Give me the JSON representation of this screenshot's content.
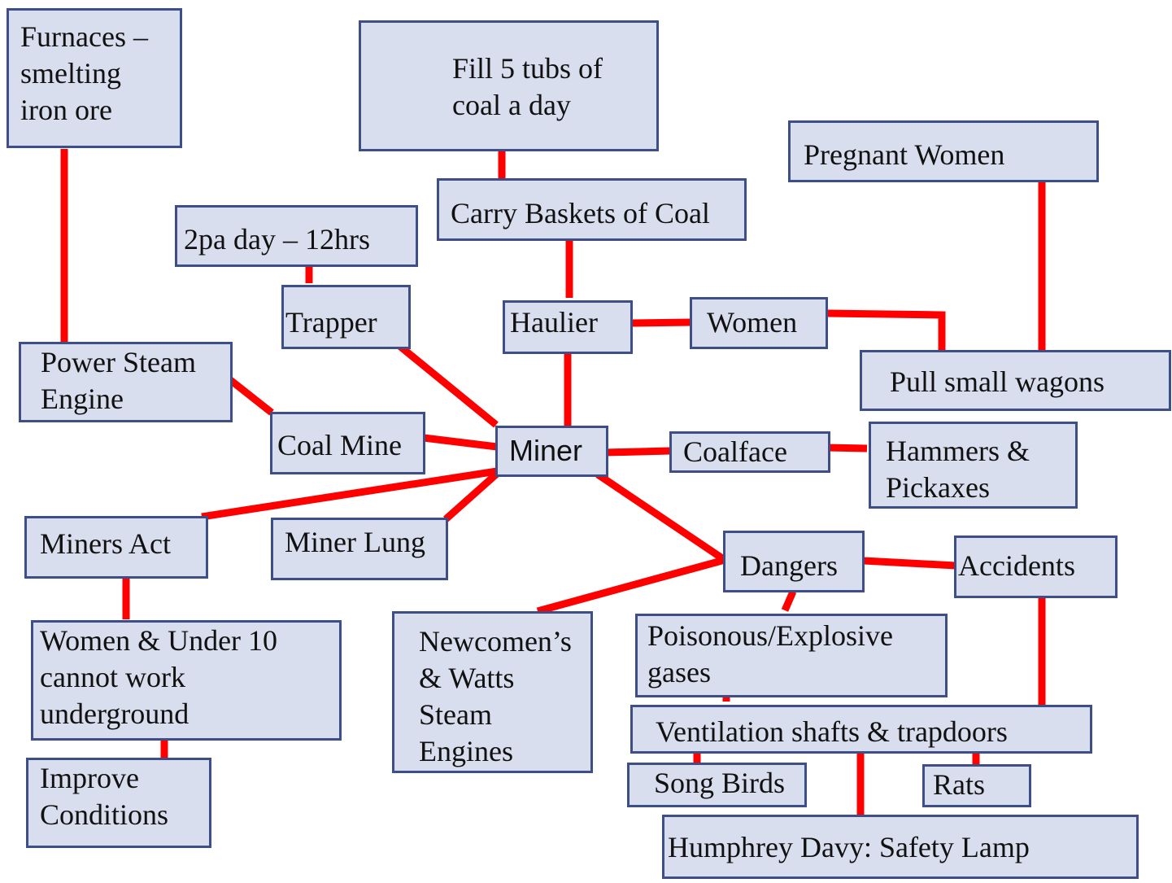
{
  "colors": {
    "link": "#ff0000",
    "box_fill": "#d9deee",
    "box_border": "#3d4f86"
  },
  "nodes": {
    "furnaces": "Furnaces –\nsmelting\niron ore",
    "fill_tubs": "Fill 5 tubs of\ncoal a day",
    "pregnant_women": "Pregnant Women",
    "carry_baskets": "Carry Baskets of Coal",
    "pay": "2pa day – 12hrs",
    "trapper": "Trapper",
    "haulier": "Haulier",
    "women": "Women",
    "pull_wagons": "Pull small wagons",
    "power_steam": "Power Steam\nEngine",
    "coal_mine": "Coal Mine",
    "miner": "Miner",
    "coalface": "Coalface",
    "hammers": "Hammers &\nPickaxes",
    "miners_act": "Miners Act",
    "miner_lung": "Miner Lung",
    "dangers": "Dangers",
    "accidents": "Accidents",
    "women_under10": "Women & Under 10\ncannot work\nunderground",
    "newcomens": "Newcomen’s\n& Watts\nSteam\nEngines",
    "gases": "Poisonous/Explosive\ngases",
    "ventilation": "Ventilation shafts & trapdoors",
    "improve": "Improve\nConditions",
    "song_birds": "Song Birds",
    "rats": "Rats",
    "davy_lamp": "Humphrey Davy: Safety Lamp"
  }
}
